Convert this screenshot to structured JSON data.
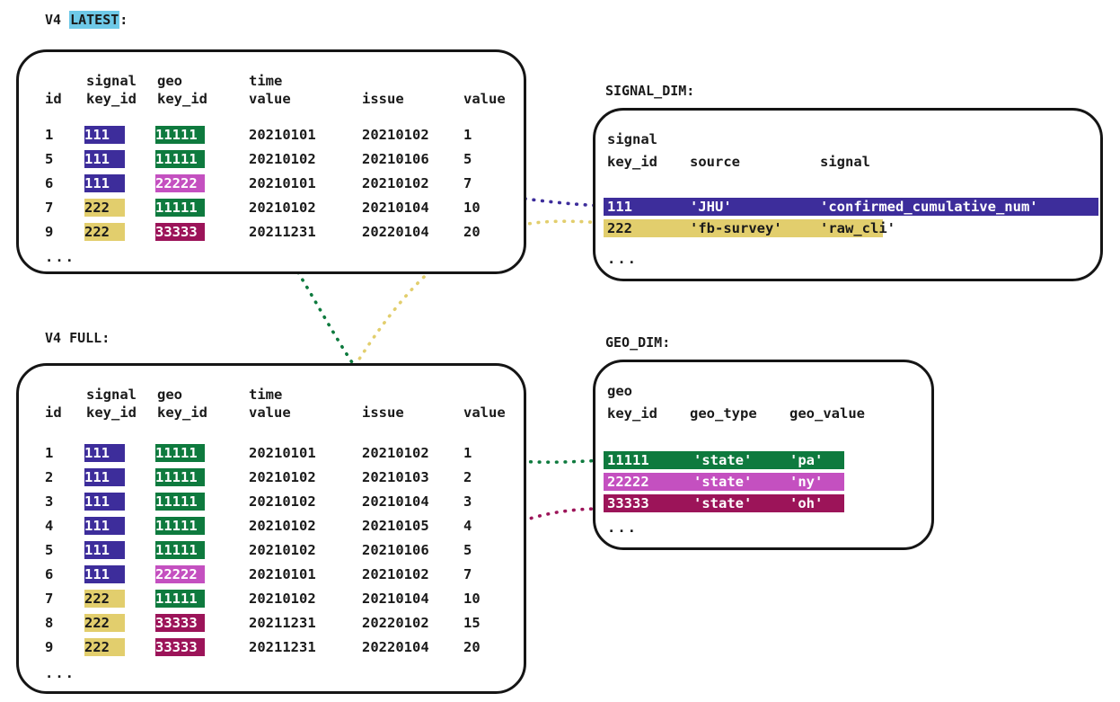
{
  "meta": {
    "colors": {
      "purple": "#3d2d9b",
      "yellow": "#e2ce6d",
      "green": "#0e7a3e",
      "magenta": "#c450c0",
      "maroon": "#9c1459",
      "cyan_highlight": "#6ec9e8",
      "ink": "#151515"
    }
  },
  "latest": {
    "caption_prefix": "V4 ",
    "caption_highlight": "LATEST",
    "caption_suffix": ":",
    "headers_top": [
      "",
      "signal",
      "geo",
      "time",
      "",
      ""
    ],
    "headers_bottom": [
      "id",
      "key_id",
      "key_id",
      "value",
      "issue",
      "value"
    ],
    "rows": [
      {
        "id": "1",
        "signal_key_id": "111",
        "signal_color": "purple",
        "geo_key_id": "11111",
        "geo_color": "green",
        "time_value": "20210101",
        "issue": "20210102",
        "value": "1"
      },
      {
        "id": "5",
        "signal_key_id": "111",
        "signal_color": "purple",
        "geo_key_id": "11111",
        "geo_color": "green",
        "time_value": "20210102",
        "issue": "20210106",
        "value": "5"
      },
      {
        "id": "6",
        "signal_key_id": "111",
        "signal_color": "purple",
        "geo_key_id": "22222",
        "geo_color": "magenta",
        "time_value": "20210101",
        "issue": "20210102",
        "value": "7"
      },
      {
        "id": "7",
        "signal_key_id": "222",
        "signal_color": "yellow",
        "geo_key_id": "11111",
        "geo_color": "green",
        "time_value": "20210102",
        "issue": "20210104",
        "value": "10"
      },
      {
        "id": "9",
        "signal_key_id": "222",
        "signal_color": "yellow",
        "geo_key_id": "33333",
        "geo_color": "maroon",
        "time_value": "20211231",
        "issue": "20220104",
        "value": "20"
      }
    ],
    "ellipsis": "..."
  },
  "full": {
    "caption": "V4 FULL:",
    "headers_top": [
      "",
      "signal",
      "geo",
      "time",
      "",
      ""
    ],
    "headers_bottom": [
      "id",
      "key_id",
      "key_id",
      "value",
      "issue",
      "value"
    ],
    "rows": [
      {
        "id": "1",
        "signal_key_id": "111",
        "signal_color": "purple",
        "geo_key_id": "11111",
        "geo_color": "green",
        "time_value": "20210101",
        "issue": "20210102",
        "value": "1"
      },
      {
        "id": "2",
        "signal_key_id": "111",
        "signal_color": "purple",
        "geo_key_id": "11111",
        "geo_color": "green",
        "time_value": "20210102",
        "issue": "20210103",
        "value": "2"
      },
      {
        "id": "3",
        "signal_key_id": "111",
        "signal_color": "purple",
        "geo_key_id": "11111",
        "geo_color": "green",
        "time_value": "20210102",
        "issue": "20210104",
        "value": "3"
      },
      {
        "id": "4",
        "signal_key_id": "111",
        "signal_color": "purple",
        "geo_key_id": "11111",
        "geo_color": "green",
        "time_value": "20210102",
        "issue": "20210105",
        "value": "4"
      },
      {
        "id": "5",
        "signal_key_id": "111",
        "signal_color": "purple",
        "geo_key_id": "11111",
        "geo_color": "green",
        "time_value": "20210102",
        "issue": "20210106",
        "value": "5"
      },
      {
        "id": "6",
        "signal_key_id": "111",
        "signal_color": "purple",
        "geo_key_id": "22222",
        "geo_color": "magenta",
        "time_value": "20210101",
        "issue": "20210102",
        "value": "7"
      },
      {
        "id": "7",
        "signal_key_id": "222",
        "signal_color": "yellow",
        "geo_key_id": "11111",
        "geo_color": "green",
        "time_value": "20210102",
        "issue": "20210104",
        "value": "10"
      },
      {
        "id": "8",
        "signal_key_id": "222",
        "signal_color": "yellow",
        "geo_key_id": "33333",
        "geo_color": "maroon",
        "time_value": "20211231",
        "issue": "20220102",
        "value": "15"
      },
      {
        "id": "9",
        "signal_key_id": "222",
        "signal_color": "yellow",
        "geo_key_id": "33333",
        "geo_color": "maroon",
        "time_value": "20211231",
        "issue": "20220104",
        "value": "20"
      }
    ],
    "ellipsis": "..."
  },
  "signal_dim": {
    "caption": "SIGNAL_DIM:",
    "headers_top": [
      "signal",
      "",
      ""
    ],
    "headers_bottom": [
      "key_id",
      "source",
      "signal"
    ],
    "rows": [
      {
        "key_id": "111",
        "source": "'JHU'",
        "signal": "'confirmed_cumulative_num'",
        "color": "purple"
      },
      {
        "key_id": "222",
        "source": "'fb-survey'",
        "signal": "'raw_cli'",
        "color": "yellow"
      }
    ],
    "ellipsis": "..."
  },
  "geo_dim": {
    "caption": "GEO_DIM:",
    "headers_top": [
      "geo",
      "",
      ""
    ],
    "headers_bottom": [
      "key_id",
      "geo_type",
      "geo_value"
    ],
    "rows": [
      {
        "key_id": "11111",
        "geo_type": "'state'",
        "geo_value": "'pa'",
        "color": "green"
      },
      {
        "key_id": "22222",
        "geo_type": "'state'",
        "geo_value": "'ny'",
        "color": "magenta"
      },
      {
        "key_id": "33333",
        "geo_type": "'state'",
        "geo_value": "'oh'",
        "color": "maroon"
      }
    ],
    "ellipsis": "..."
  },
  "connectors": [
    {
      "name": "latest-signal-111-to-signal-dim-111",
      "color": "#3d2d9b",
      "from": "latest.row1.signal_key_id",
      "to": "signal_dim.row.111"
    },
    {
      "name": "latest-geo-11111-to-geo-dim-11111",
      "color": "#0e7a3e",
      "from": "latest.row7.geo_key_id",
      "to": "geo_dim.row.11111"
    },
    {
      "name": "full-signal-222-to-signal-dim-222",
      "color": "#e2ce6d",
      "from": "full.row7.signal_key_id",
      "to": "signal_dim.row.222"
    },
    {
      "name": "full-geo-33333-to-geo-dim-33333",
      "color": "#9c1459",
      "from": "full.row8.geo_key_id",
      "to": "geo_dim.row.33333"
    }
  ]
}
